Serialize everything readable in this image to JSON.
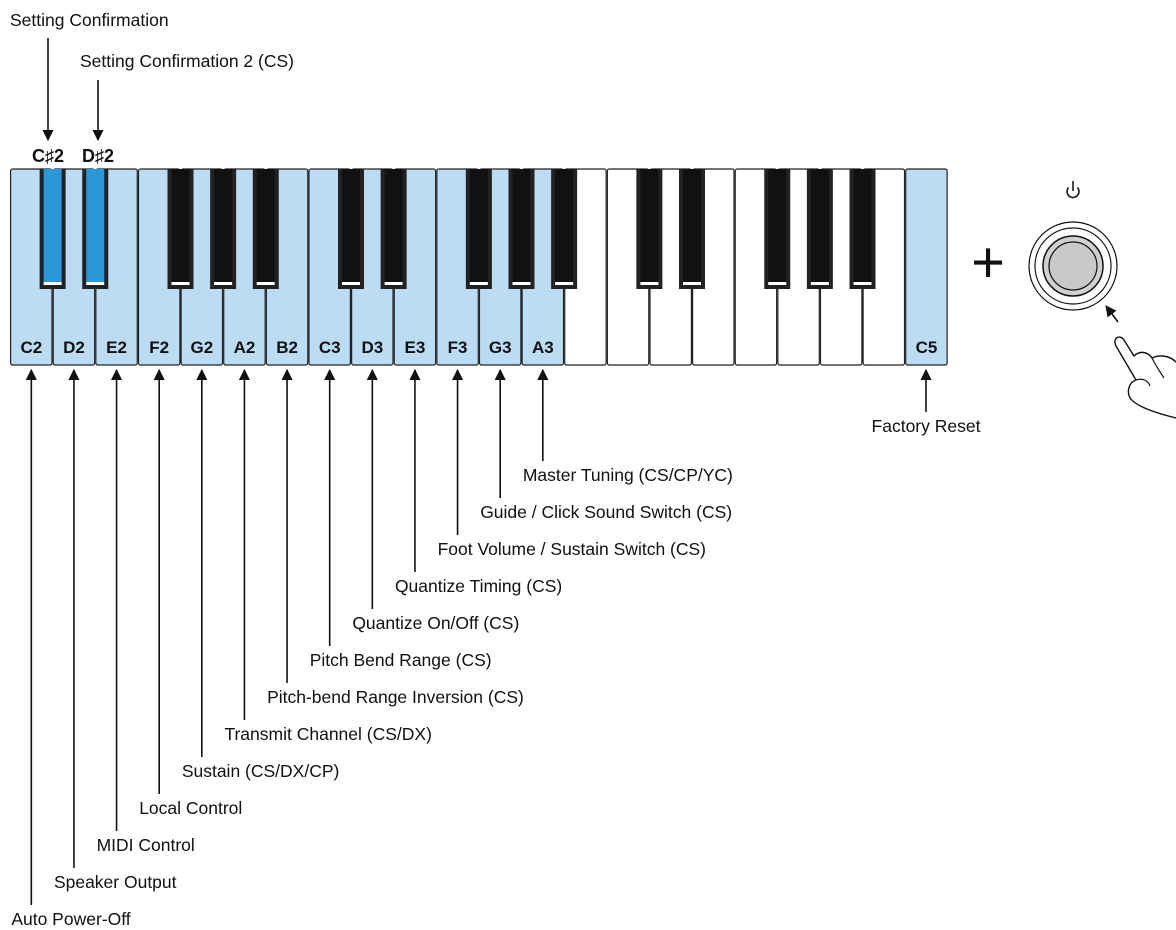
{
  "top_labels": {
    "setting_confirmation": "Setting Confirmation",
    "setting_confirmation_2": "Setting Confirmation 2 (CS)"
  },
  "black_key_labels": [
    "C♯2",
    "D♯2"
  ],
  "white_key_labels": [
    "C2",
    "D2",
    "E2",
    "F2",
    "G2",
    "A2",
    "B2",
    "C3",
    "D3",
    "E3",
    "F3",
    "G3",
    "A3",
    "C5"
  ],
  "functions": [
    "Auto Power-Off",
    "Speaker Output",
    "MIDI Control",
    "Local Control",
    "Sustain (CS/DX/CP)",
    "Transmit Channel (CS/DX)",
    "Pitch-bend Range Inversion (CS)",
    "Pitch Bend Range (CS)",
    "Quantize On/Off (CS)",
    "Quantize Timing (CS)",
    "Foot Volume / Sustain Switch (CS)",
    "Guide / Click Sound Switch (CS)",
    "Master Tuning (CS/CP/YC)"
  ],
  "factory_reset": "Factory Reset",
  "plus_sign": "+",
  "power_icon": "power-icon",
  "hand_icon": "pressing-hand-icon",
  "colors": {
    "assigned_key": "#bcdcf3",
    "pressed_black_key": "#2898d8",
    "black_key": "#111111",
    "key_outline": "#222222"
  }
}
